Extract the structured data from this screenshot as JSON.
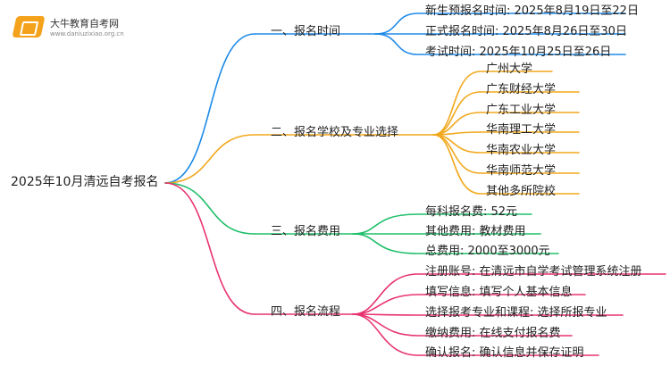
{
  "logo": {
    "name": "大牛教育自考网",
    "url": "www.daniuzixiao.org.cn"
  },
  "mindmap": {
    "root": "2025年10月清远自考报名",
    "branches": [
      {
        "label": "一、报名时间",
        "color": "#1e8ae8",
        "items": [
          "新生预报名时间: 2025年8月19日至22日",
          "正式报名时间: 2025年8月26日至30日",
          "考试时间: 2025年10月25日至26日"
        ]
      },
      {
        "label": "二、报名学校及专业选择",
        "color": "#f2a81c",
        "items": [
          "广州大学",
          "广东财经大学",
          "广东工业大学",
          "华南理工大学",
          "华南农业大学",
          "华南师范大学",
          "其他多所院校"
        ]
      },
      {
        "label": "三、报名费用",
        "color": "#1fbf6a",
        "items": [
          "每科报名费: 52元",
          "其他费用: 教材费用",
          "总费用: 2000至3000元"
        ]
      },
      {
        "label": "四、报名流程",
        "color": "#e8336f",
        "items": [
          "注册账号: 在清远市自学考试管理系统注册",
          "填写信息: 填写个人基本信息",
          "选择报考专业和课程: 选择所报专业",
          "缴纳费用: 在线支付报名费",
          "确认报名: 确认信息并保存证明"
        ]
      }
    ]
  }
}
